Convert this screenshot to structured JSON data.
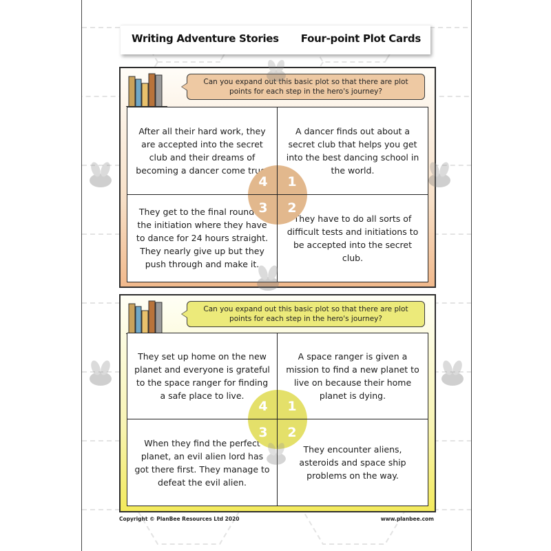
{
  "header": {
    "left_title": "Writing Adventure Stories",
    "right_title": "Four-point Plot Cards"
  },
  "cards": [
    {
      "prompt": "Can you expand out this basic plot so that there are plot points for each step in the hero's journey?",
      "accent_color": "#e2b88d",
      "circle_numbers": [
        "4",
        "1",
        "3",
        "2"
      ],
      "q1": "A dancer finds out about a secret club that helps you get into the best dancing school in the world.",
      "q2": "They have to do all sorts of difficult tests and initiations to be accepted into the secret club.",
      "q3": "They get to the final round of the initiation where they have to dance for 24 hours straight. They nearly give up but they push through and make it.",
      "q4": "After all their hard work, they are accepted into the secret club and their dreams of becoming a dancer come true."
    },
    {
      "prompt": "Can you expand out this basic plot so that there are plot points for each step in the hero's journey?",
      "accent_color": "#e4e06a",
      "circle_numbers": [
        "4",
        "1",
        "3",
        "2"
      ],
      "q1": "A space ranger is given a mission to find a new planet to live on because their home planet is dying.",
      "q2": "They encounter aliens, asteroids and space ship problems on the way.",
      "q3": "When they find the perfect planet, an evil alien lord has got there first. They manage to defeat the evil alien.",
      "q4": "They set up home on the new planet and everyone is grateful to the space ranger for finding a safe place to live."
    }
  ],
  "footer": {
    "copyright": "Copyright © PlanBee Resources Ltd 2020",
    "website": "www.planbee.com"
  },
  "icons": [
    "books-icon",
    "bee-icon"
  ]
}
